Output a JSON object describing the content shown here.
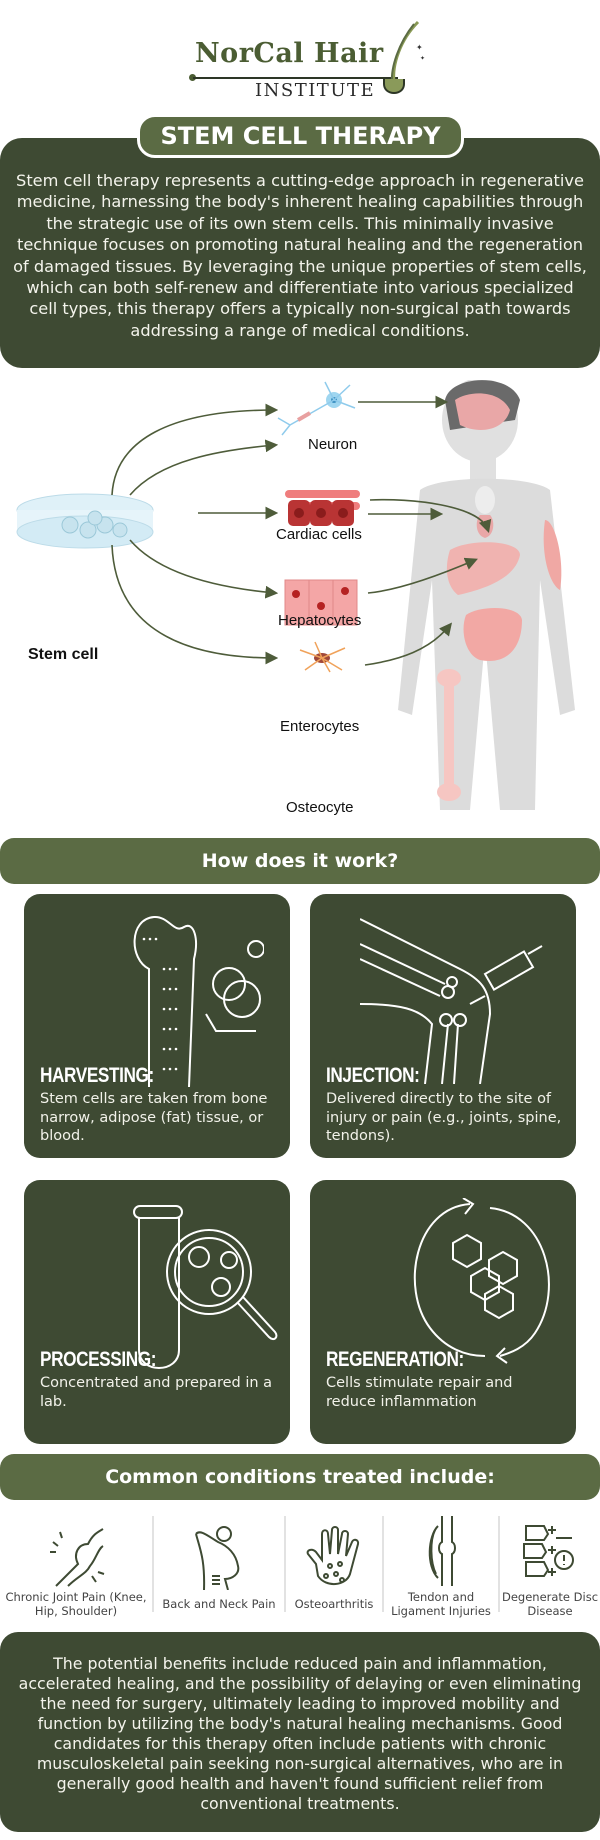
{
  "logo": {
    "name_line1": "NorCal Hair",
    "name_line2": "INSTITUTE"
  },
  "intro": {
    "title": "STEM CELL THERAPY",
    "body": "Stem cell therapy represents a cutting-edge approach in regenerative medicine, harnessing the body's inherent healing capabilities through the strategic use of its own stem cells. This minimally invasive technique focuses on promoting natural healing and the regeneration of damaged tissues. By leveraging the unique properties of stem cells, which can both self-renew and differentiate into various specialized cell types, this therapy offers a typically non-surgical path towards addressing a range of medical conditions."
  },
  "diagram": {
    "source_label": "Stem cell",
    "targets": [
      {
        "label": "Neuron",
        "organ": "brain"
      },
      {
        "label": "Cardiac cells",
        "organ": "heart"
      },
      {
        "label": "Hepatocytes",
        "organ": "liver"
      },
      {
        "label": "Enterocytes",
        "organ": "intestine"
      },
      {
        "label": "Osteocyte",
        "organ": "bone"
      }
    ],
    "arrow_color": "#4e5c3a"
  },
  "how": {
    "heading": "How does it work?",
    "steps": [
      {
        "title": "HARVESTING:",
        "desc": "Stem cells are taken from bone narrow, adipose (fat) tissue, or blood.",
        "icon": "bone-marrow-icon"
      },
      {
        "title": "INJECTION:",
        "desc": "Delivered directly to the site of injury or pain (e.g., joints, spine, tendons).",
        "icon": "knee-injection-icon"
      },
      {
        "title": "PROCESSING:",
        "desc": "Concentrated and prepared in a lab.",
        "icon": "test-tube-magnifier-icon"
      },
      {
        "title": "REGENERATION:",
        "desc": "Cells stimulate repair and reduce inflammation",
        "icon": "regeneration-cycle-icon"
      }
    ]
  },
  "conditions": {
    "heading": "Common conditions treated include:",
    "items": [
      {
        "label": "Chronic Joint Pain (Knee, Hip, Shoulder)",
        "icon": "joint-pain-icon"
      },
      {
        "label": "Back and Neck Pain",
        "icon": "back-pain-icon"
      },
      {
        "label": "Osteoarthritis",
        "icon": "hand-arthritis-icon"
      },
      {
        "label": "Tendon and Ligament Injuries",
        "icon": "knee-ligament-icon"
      },
      {
        "label": "Degenerate Disc Disease",
        "icon": "spine-disc-icon"
      }
    ]
  },
  "outro": {
    "body": "The potential benefits include reduced pain and inflammation, accelerated healing, and the possibility of delaying or even eliminating the need for surgery, ultimately leading to improved mobility and function by utilizing the body's natural healing mechanisms. Good candidates for this therapy often include patients with chronic musculoskeletal pain seeking non-surgical alternatives, who are in generally good health and haven't found sufficient relief from conventional treatments."
  },
  "colors": {
    "dark_green": "#3e4a33",
    "mid_green": "#5b6b44",
    "text_light": "#f4f4ec"
  }
}
